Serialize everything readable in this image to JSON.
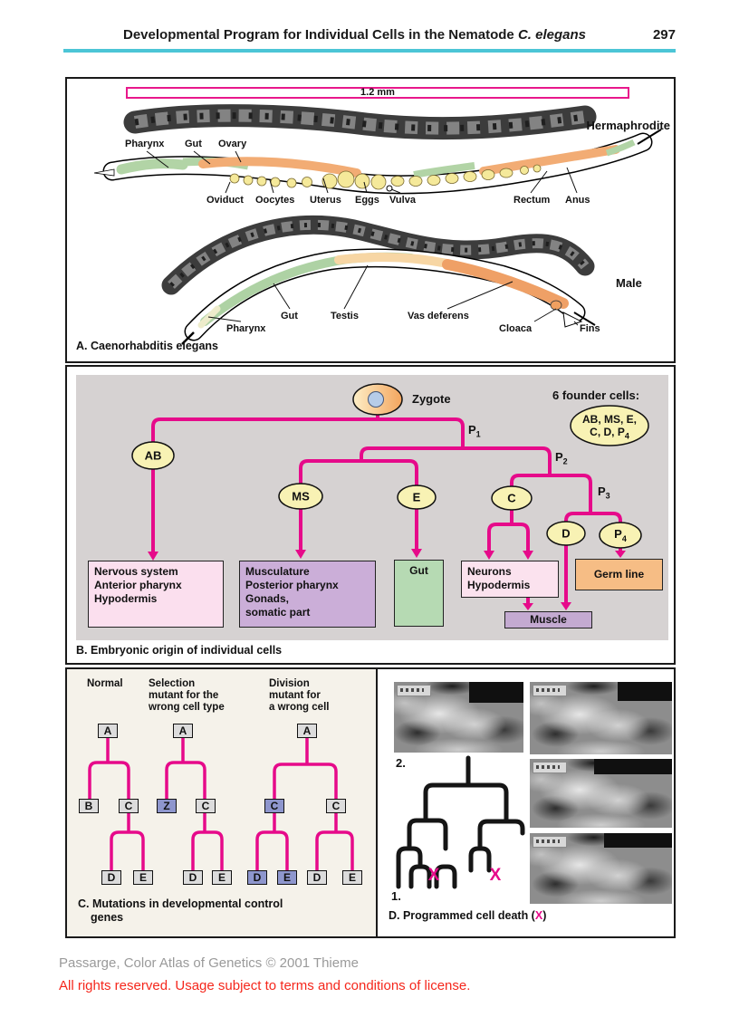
{
  "header": {
    "title": "Developmental Program for Individual Cells in the Nematode",
    "title_italic": "C. elegans",
    "page": "297"
  },
  "panel_a": {
    "caption": "A. Caenorhabditis elegans",
    "scale_label": "1.2 mm",
    "hermaphrodite": {
      "name": "Hermaphrodite",
      "labels_top": [
        "Pharynx",
        "Gut",
        "Ovary"
      ],
      "labels_bottom": [
        "Oviduct",
        "Oocytes",
        "Uterus",
        "Eggs",
        "Vulva",
        "Rectum",
        "Anus"
      ]
    },
    "male": {
      "name": "Male",
      "labels": [
        "Pharynx",
        "Gut",
        "Testis",
        "Vas deferens",
        "Cloaca",
        "Fins"
      ]
    }
  },
  "panel_b": {
    "caption": "B. Embryonic origin of individual cells",
    "zygote": "Zygote",
    "founder_title": "6 founder cells:",
    "founder_oval": {
      "line1": "AB, MS, E,",
      "line2_base": "C, D, P",
      "line2_sub": "4"
    },
    "nodes": {
      "ab": "AB",
      "ms": "MS",
      "e": "E",
      "c": "C",
      "d": "D",
      "p4_base": "P",
      "p4_sub": "4"
    },
    "p_labels": {
      "p1": {
        "base": "P",
        "sub": "1"
      },
      "p2": {
        "base": "P",
        "sub": "2"
      },
      "p3": {
        "base": "P",
        "sub": "3"
      }
    },
    "boxes": {
      "nervous": [
        "Nervous system",
        "Anterior pharynx",
        "Hypodermis"
      ],
      "musculature": [
        "Musculature",
        "Posterior pharynx",
        "Gonads,",
        "somatic part"
      ],
      "gut": "Gut",
      "neurons": [
        "Neurons",
        "Hypodermis"
      ],
      "germline": "Germ line",
      "muscle": "Muscle"
    }
  },
  "panel_c": {
    "headers": {
      "col1": [
        "Normal"
      ],
      "col2": [
        "Selection",
        "mutant for the",
        "wrong cell type"
      ],
      "col3": [
        "Division",
        "mutant for",
        "a wrong cell"
      ]
    },
    "cells": {
      "t1_a": "A",
      "t1_b": "B",
      "t1_c": "C",
      "t1_d": "D",
      "t1_e": "E",
      "t2_a": "A",
      "t2_z": "Z",
      "t2_c": "C",
      "t2_d": "D",
      "t2_e": "E",
      "t3_a": "A",
      "t3_c1": "C",
      "t3_c2": "C",
      "t3_d1": "D",
      "t3_e1": "E",
      "t3_d2": "D",
      "t3_e2": "E"
    },
    "caption": [
      "C. Mutations in developmental control",
      "genes"
    ]
  },
  "panel_d": {
    "num2": "2.",
    "num1": "1.",
    "x1": "X",
    "x2": "X",
    "caption_pre": "D. Programmed cell death (",
    "caption_x": "X",
    "caption_post": ")"
  },
  "footer": {
    "credit": "Passarge, Color Atlas of Genetics © 2001 Thieme",
    "rights": "All rights reserved. Usage subject to terms and conditions of license."
  },
  "colors": {
    "magenta": "#e60a8a",
    "cyan_rule": "#4cc5d6",
    "panel_b_bg": "#d6d2d2",
    "oval_yellow": "#f8f2b4",
    "box_pink": "#fbdfee",
    "box_purple": "#cbaed8",
    "box_green": "#b6dab3",
    "box_orange": "#f6bd85",
    "box_muscle": "#c4aad1",
    "mutant_blue": "#8e96cd",
    "cell_gray": "#dcdcdc",
    "footer_gray": "#9a9a9a",
    "footer_red": "#f5271c"
  }
}
